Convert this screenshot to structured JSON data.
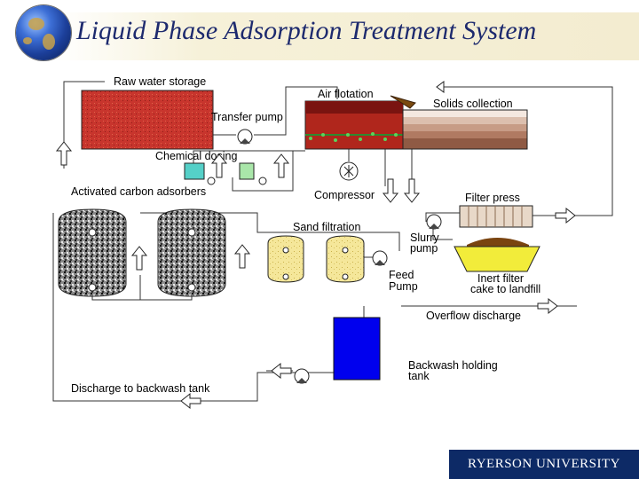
{
  "header": {
    "title": "Liquid Phase Adsorption Treatment System"
  },
  "diagram": {
    "labels": {
      "raw_water_storage": "Raw water storage",
      "air_flotation": "Air flotation",
      "solids_collection": "Solids collection",
      "transfer_pump": "Transfer pump",
      "chemical_dosing": "Chemical dosing",
      "activated_carbon_adsorbers": "Activated carbon adsorbers",
      "compressor": "Compressor",
      "filter_press": "Filter press",
      "sand_filtration": "Sand filtration",
      "slurry_pump_1": "Slurry",
      "slurry_pump_2": "pump",
      "feed_pump_1": "Feed",
      "feed_pump_2": "Pump",
      "inert_filter_1": "Inert filter",
      "inert_filter_2": "cake to landfill",
      "overflow_discharge": "Overflow discharge",
      "backwash_holding_1": "Backwash holding",
      "backwash_holding_2": "tank",
      "discharge_backwash": "Discharge to backwash tank"
    }
  },
  "footer": {
    "logo": "RYERSON UNIVERSITY"
  },
  "colors": {
    "title": "#1d2a6e",
    "raw_water": "#c8352d",
    "flotation": "#b0261c",
    "sand": "#f5e79a",
    "backwash_tank": "#0000ee",
    "logo_bg": "#0d2a66",
    "chemical_tank": "#55d0c8",
    "dosing_tank": "#a9e6a9"
  }
}
